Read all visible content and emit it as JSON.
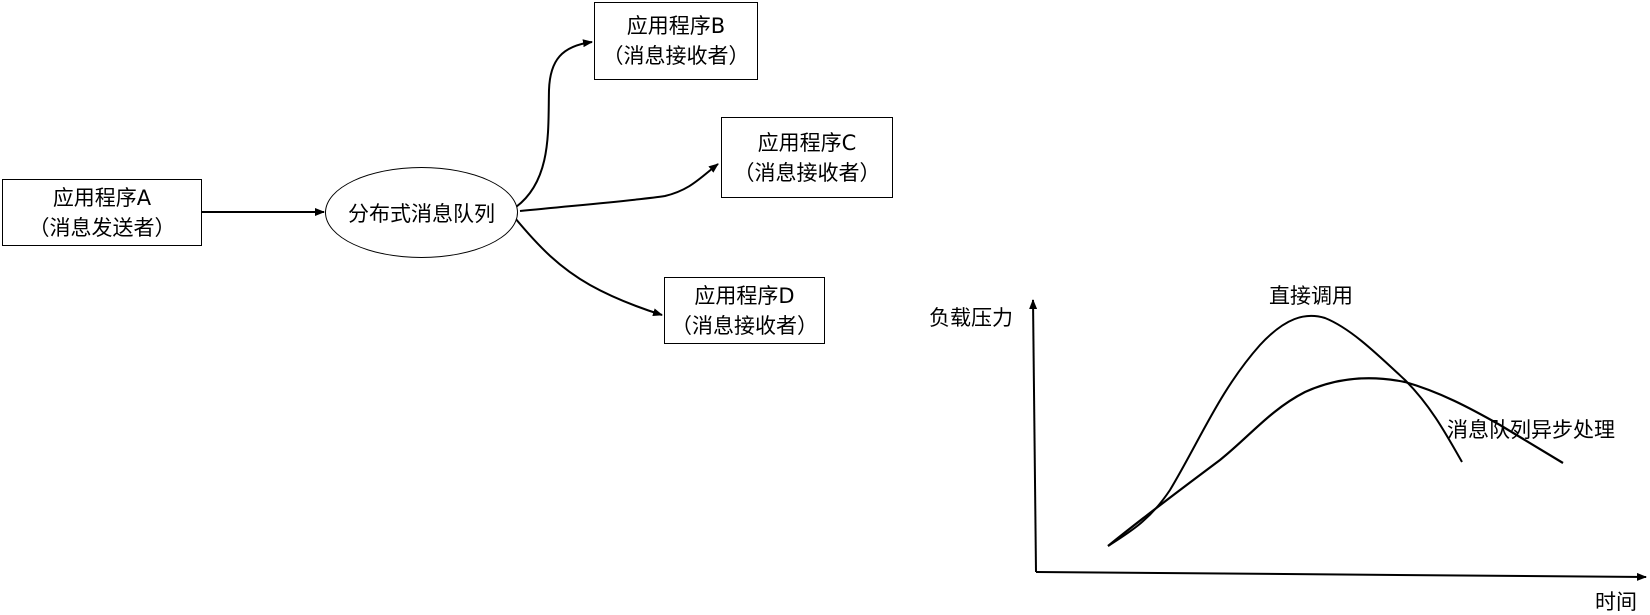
{
  "diagram": {
    "sender": {
      "name": "应用程序A",
      "role": "（消息发送者）"
    },
    "queue": {
      "name": "分布式消息队列"
    },
    "receivers": [
      {
        "name": "应用程序B",
        "role": "（消息接收者）"
      },
      {
        "name": "应用程序C",
        "role": "（消息接收者）"
      },
      {
        "name": "应用程序D",
        "role": "（消息接收者）"
      }
    ]
  },
  "load_chart": {
    "y_axis_label": "负载压力",
    "x_axis_label": "时间",
    "curves": [
      {
        "label": "直接调用",
        "shape": "sharp peak, then steep drop"
      },
      {
        "label": "消息队列异步处理",
        "shape": "lower, wider peak, then gradual decline"
      }
    ]
  }
}
